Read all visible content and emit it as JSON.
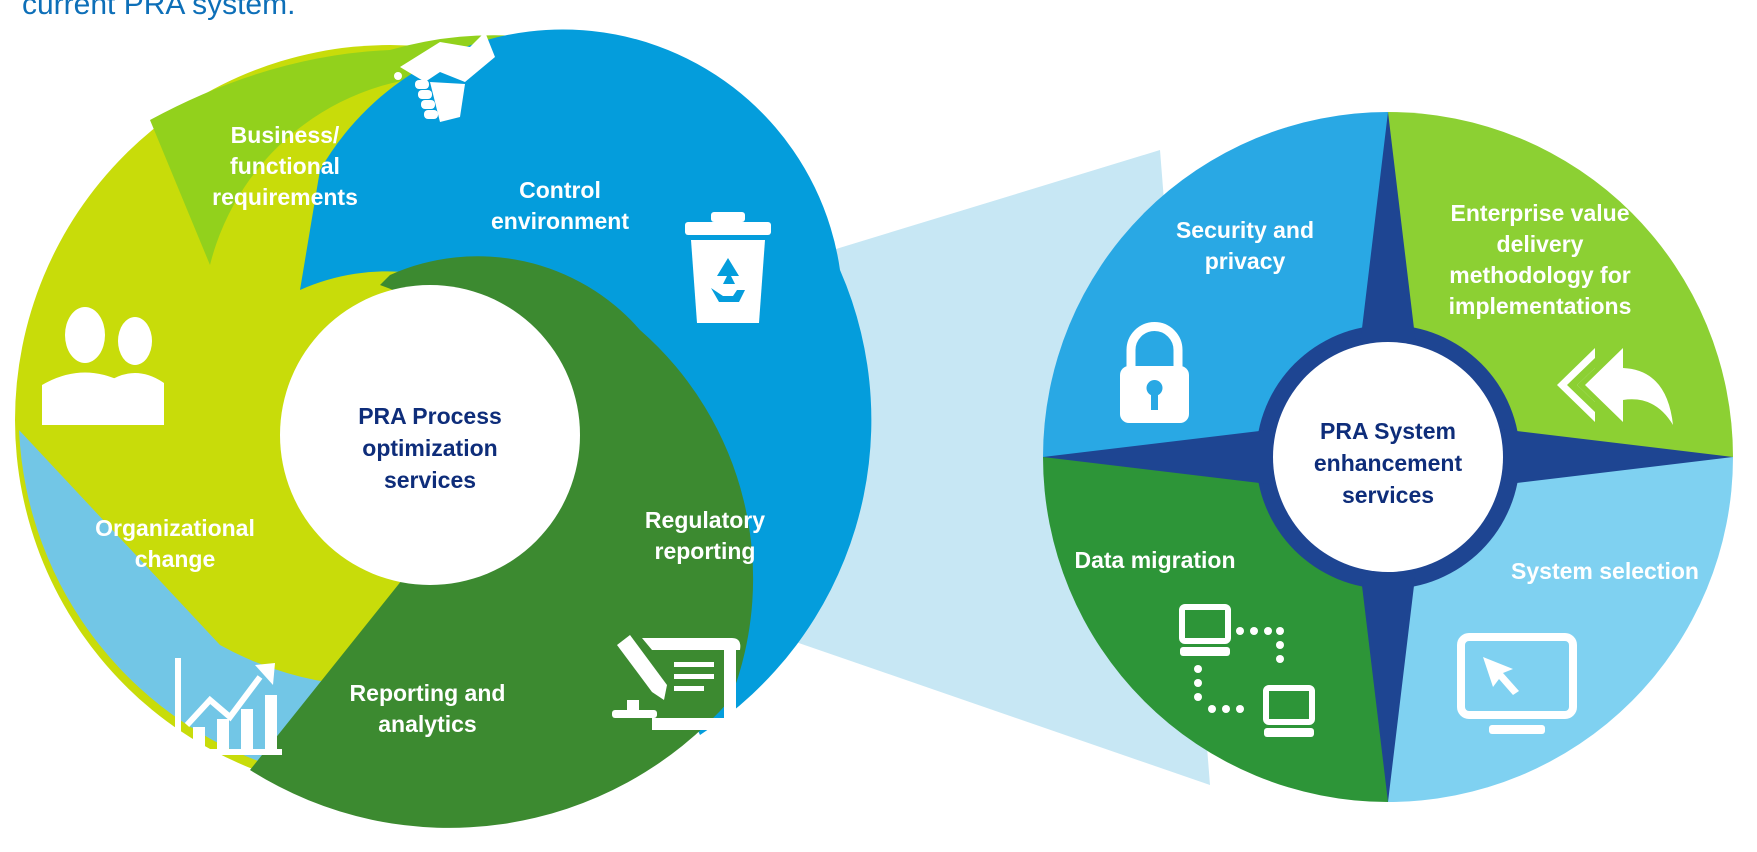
{
  "heading": "current PRA system.",
  "colors": {
    "lime": "#c8dc0a",
    "green": "#92d11c",
    "blue": "#049ddc",
    "dark_green": "#3c8a30",
    "light_blue": "#72c6e6",
    "navy": "#1e4592",
    "center_text": "#0e2d7a",
    "connector": "#c7e7f4"
  },
  "left_wheel": {
    "center_label": "PRA Process\noptimization\nservices",
    "segments": [
      {
        "label": "Business/\nfunctional\nrequirements",
        "icon": "handshake-icon"
      },
      {
        "label": "Control\nenvironment",
        "icon": "recycle-bin-icon"
      },
      {
        "label": "Regulatory\nreporting",
        "icon": "document-pen-icon"
      },
      {
        "label": "Reporting and\nanalytics",
        "icon": "growth-chart-icon"
      },
      {
        "label": "Organizational\nchange",
        "icon": "people-icon"
      }
    ]
  },
  "right_wheel": {
    "center_label": "PRA System\nenhancement\nservices",
    "quadrants": [
      {
        "label": "Security and\nprivacy",
        "icon": "padlock-icon"
      },
      {
        "label": "Enterprise value\ndelivery\nmethodology for\nimplementations",
        "icon": "double-arrow-back-icon"
      },
      {
        "label": "System selection",
        "icon": "monitor-cursor-icon"
      },
      {
        "label": "Data migration",
        "icon": "network-computers-icon"
      }
    ]
  }
}
